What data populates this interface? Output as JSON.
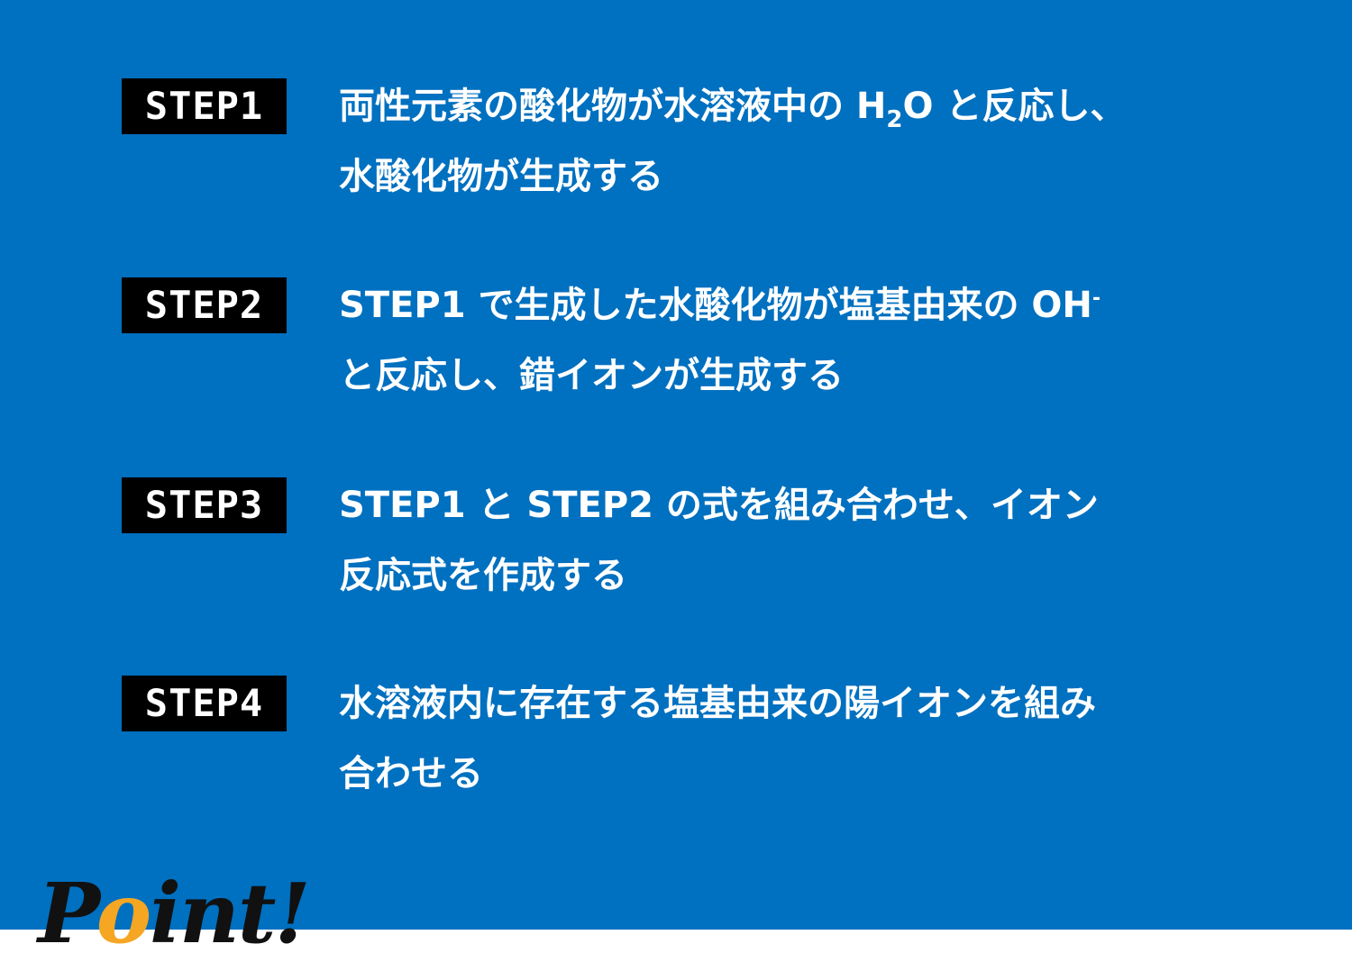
{
  "steps": [
    {
      "label": "STEP1",
      "line1_pre": "両性元素の酸化物が水溶液中の H",
      "line1_sub": "2",
      "line1_post": "O と反応し、",
      "line2": "水酸化物が生成する"
    },
    {
      "label": "STEP2",
      "line1_pre": "STEP1 で生成した水酸化物が塩基由来の OH",
      "line1_sup": "-",
      "line2": "と反応し、錯イオンが生成する"
    },
    {
      "label": "STEP3",
      "line1": "STEP1 と STEP2 の式を組み合わせ、イオン",
      "line2": "反応式を作成する"
    },
    {
      "label": "STEP4",
      "line1": "水溶液内に存在する塩基由来の陽イオンを組み",
      "line2": "合わせる"
    }
  ],
  "logo": {
    "part1": "P",
    "accent_letter": "o",
    "part2": "int!",
    "accent_color": "#f5a623"
  },
  "colors": {
    "panel": "#0070c0",
    "badge": "#000000",
    "text": "#ffffff"
  }
}
